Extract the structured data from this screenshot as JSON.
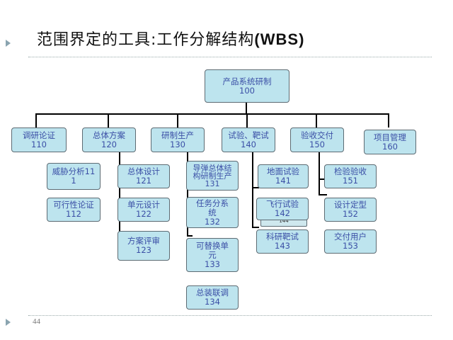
{
  "slide": {
    "title_prefix": "范围界定的工具:工作分解结构",
    "title_suffix": "(WBS)",
    "page_number": "44"
  },
  "wbs": {
    "root": {
      "name": "产品系统研制",
      "code": "100"
    },
    "l2": [
      {
        "name": "调研论证",
        "code": "110"
      },
      {
        "name": "总体方案",
        "code": "120"
      },
      {
        "name": "研制生产",
        "code": "130"
      },
      {
        "name": "试验、靶试",
        "code": "140"
      },
      {
        "name": "验收交付",
        "code": "150"
      },
      {
        "name": "项目管理",
        "code": "160"
      }
    ],
    "n111": {
      "name": "威胁分析11",
      "code": "1"
    },
    "n112": {
      "name": "可行性论证",
      "code": "112"
    },
    "n121": {
      "name": "总体设计",
      "code": "121"
    },
    "n122": {
      "name": "单元设计",
      "code": "122"
    },
    "n123": {
      "name": "方案评审",
      "code": "123"
    },
    "n131": {
      "name": "导弹总体结构研制生产",
      "code": "131"
    },
    "n132": {
      "name": "任务分系统",
      "code": "132"
    },
    "n133": {
      "name": "可替换单元",
      "code": "133"
    },
    "n134": {
      "name": "总装联调",
      "code": "134"
    },
    "n141": {
      "name": "地面试验",
      "code": "141"
    },
    "n142": {
      "name": "飞行试验",
      "code": "142"
    },
    "n143": {
      "name": "科研靶试",
      "code": "143"
    },
    "n144": {
      "code": "144"
    },
    "n151": {
      "name": "检验验收",
      "code": "151"
    },
    "n152": {
      "name": "设计定型",
      "code": "152"
    },
    "n153": {
      "name": "交付用户",
      "code": "153"
    }
  }
}
